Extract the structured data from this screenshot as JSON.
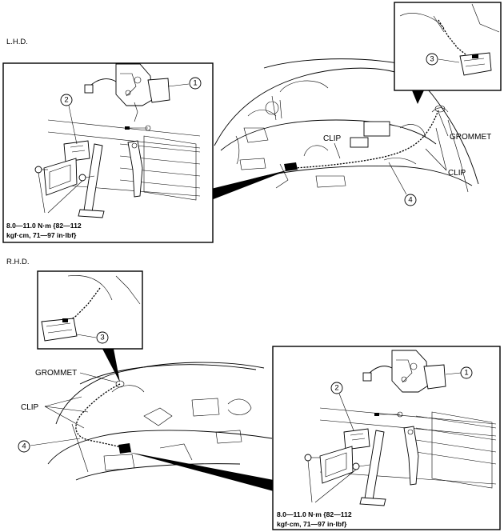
{
  "sections": {
    "lhd": "L.H.D.",
    "rhd": "R.H.D."
  },
  "labels": {
    "clip": "CLIP",
    "grommet": "GROMMET"
  },
  "callouts": {
    "n1": "1",
    "n2": "2",
    "n3": "3",
    "n4": "4"
  },
  "torque": {
    "line1": "8.0—11.0 N·m {82—112",
    "line2": "kgf·cm, 71—97 in·lbf}"
  }
}
